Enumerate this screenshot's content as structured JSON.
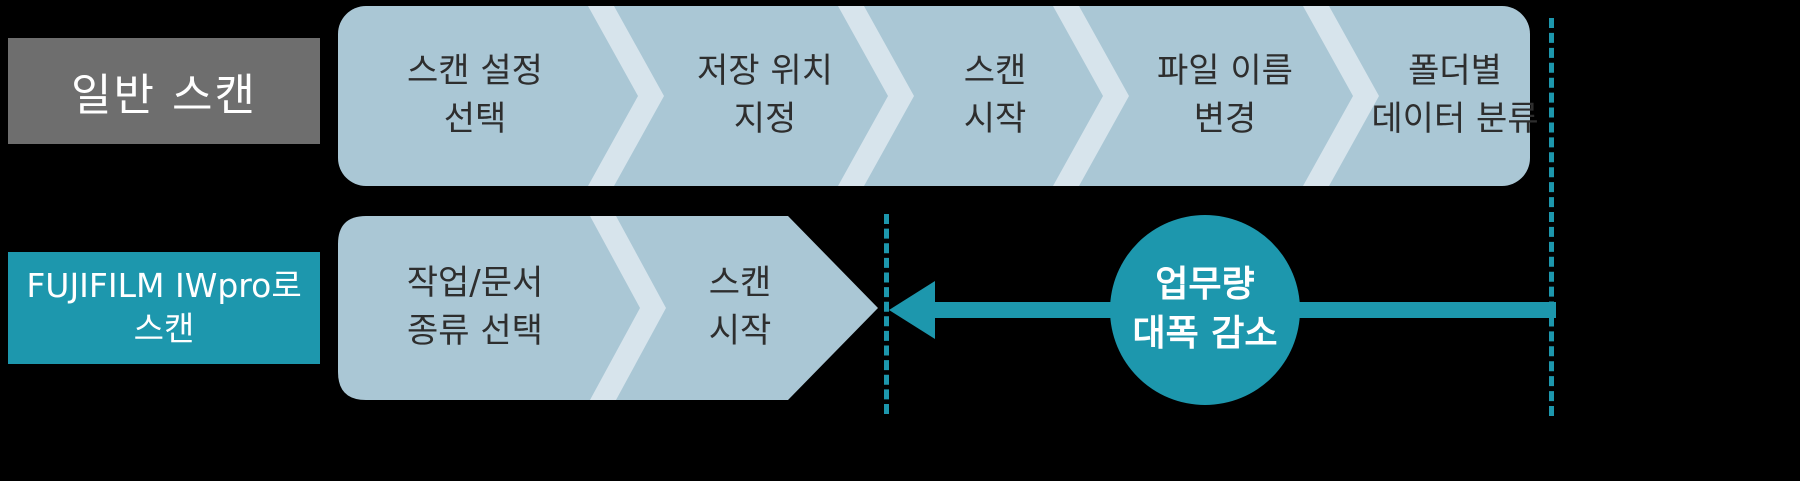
{
  "colors": {
    "background": "#000000",
    "teal_accent": "#1d97ad",
    "segment_blue": "#aac7d5",
    "separator_blue": "#d7e4ec",
    "label_gray": "#6e6e6e",
    "step_text": "#2e2e2e",
    "label_text": "#ffffff"
  },
  "top_row": {
    "label": "일반 스캔",
    "steps": [
      {
        "text": "스캔 설정\n선택"
      },
      {
        "text": "저장 위치\n지정"
      },
      {
        "text": "스캔\n시작"
      },
      {
        "text": "파일 이름\n변경"
      },
      {
        "text": "폴더별\n데이터 분류"
      }
    ]
  },
  "bottom_row": {
    "label": "FUJIFILM IWpro로\n스캔",
    "steps": [
      {
        "text": "작업/문서\n종류 선택"
      },
      {
        "text": "스캔\n시작"
      }
    ]
  },
  "callout": {
    "text": "업무량\n대폭 감소"
  }
}
